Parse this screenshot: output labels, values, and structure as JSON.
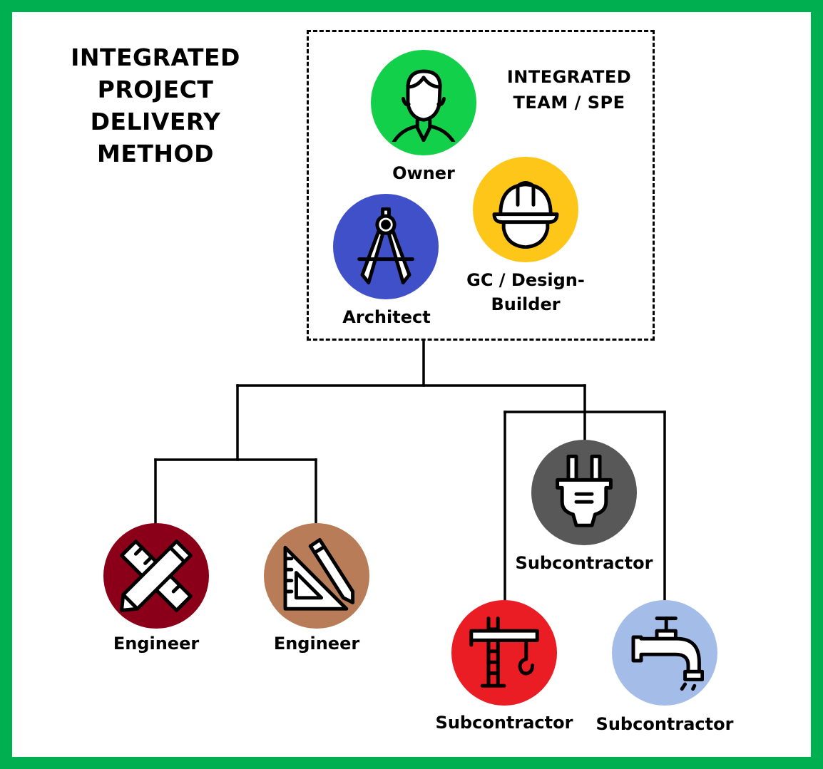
{
  "title": {
    "line1": "INTEGRATED",
    "line2": "PROJECT DELIVERY",
    "line3": "METHOD"
  },
  "team": {
    "label_line1": "INTEGRATED",
    "label_line2": "TEAM / SPE"
  },
  "nodes": {
    "owner": {
      "label": "Owner",
      "icon": "person-icon",
      "color": "#13d04a"
    },
    "architect": {
      "label": "Architect",
      "icon": "compass-icon",
      "color": "#4050c8"
    },
    "gc": {
      "label_line1": "GC / Design-",
      "label_line2": "Builder",
      "icon": "hard-hat-icon",
      "color": "#ffc61a"
    },
    "engineer1": {
      "label": "Engineer",
      "icon": "ruler-pencil-icon",
      "color": "#8b0018"
    },
    "engineer2": {
      "label": "Engineer",
      "icon": "set-square-pencil-icon",
      "color": "#b87d58"
    },
    "sub_electric": {
      "label": "Subcontractor",
      "icon": "plug-icon",
      "color": "#585858"
    },
    "sub_crane": {
      "label": "Subcontractor",
      "icon": "crane-icon",
      "color": "#ea1c24"
    },
    "sub_plumbing": {
      "label": "Subcontractor",
      "icon": "faucet-icon",
      "color": "#a4bde8"
    }
  },
  "colors": {
    "frame": "#00b050",
    "lines": "#000000"
  }
}
